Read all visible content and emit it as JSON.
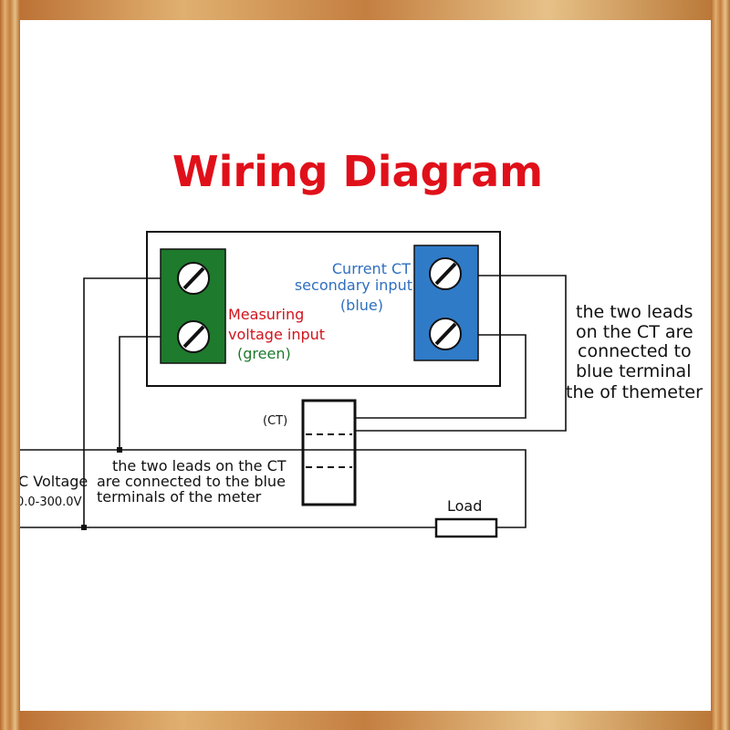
{
  "title": "Wiring Diagram",
  "colors": {
    "title": "#e0101a",
    "green_terminal": "#1e7a2c",
    "blue_terminal": "#2f7bc8",
    "background_frame": "#c98a48"
  },
  "green_terminal": {
    "label_line1": "Measuring",
    "label_line2": "voltage input",
    "label_line3": "(green)"
  },
  "blue_terminal": {
    "label_line1": "Current CT",
    "label_line2": "secondary input",
    "label_line3": "(blue)"
  },
  "right_note": {
    "line1": "the two leads",
    "line2": "on the CT are",
    "line3": "connected to",
    "line4": "blue terminal",
    "line5": "the of themeter"
  },
  "ct_label": "(CT)",
  "middle_note": {
    "line1": "the two leads on the CT",
    "line2": "are connected to the blue",
    "line3": "terminals of the meter"
  },
  "voltage": {
    "line1": "C Voltage",
    "line2": "0.0-300.0V"
  },
  "load_label": "Load"
}
